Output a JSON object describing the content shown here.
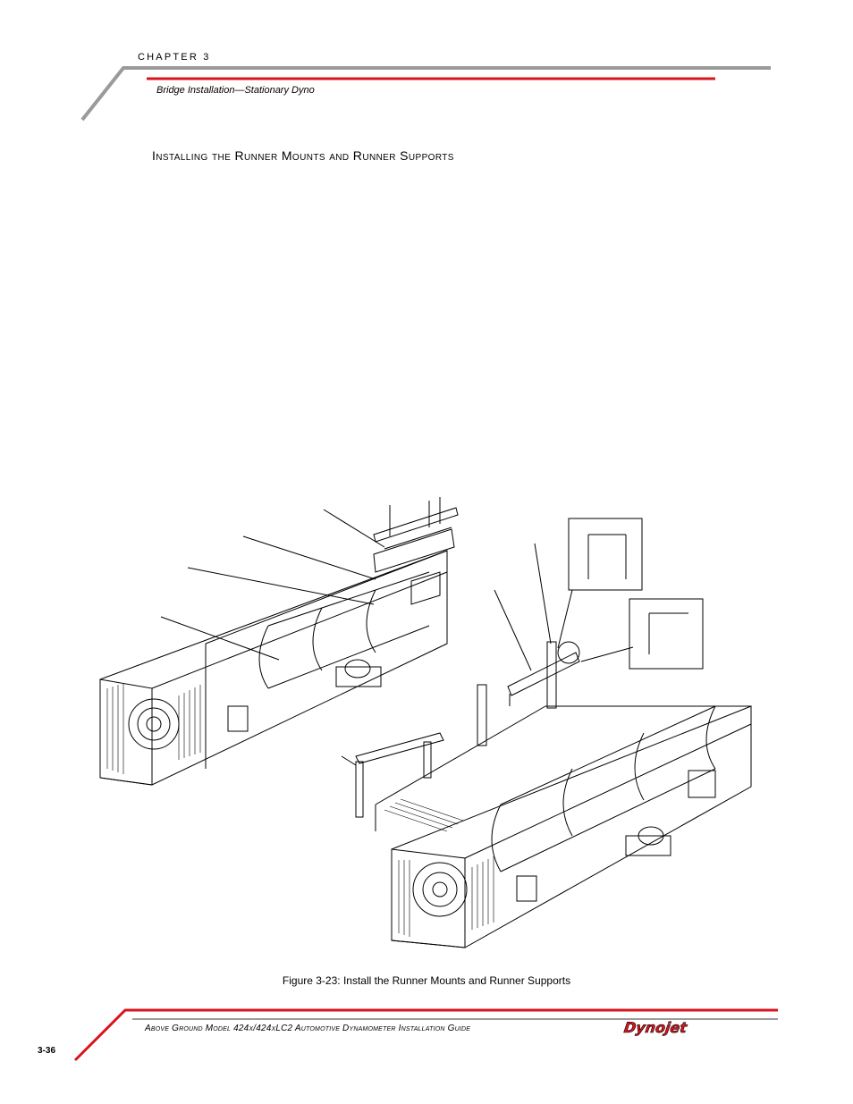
{
  "header": {
    "chapter_label": "CHAPTER 3",
    "section_subtitle": "Bridge Installation—Stationary Dyno",
    "accent_color": "#d9141c",
    "rule_color": "#9a9a9a"
  },
  "main": {
    "section_heading": "Installing the Runner Mounts and Runner Supports",
    "figure_caption": "Figure 3-23: Install the Runner Mounts and Runner Supports"
  },
  "footer": {
    "title": "Above Ground Model 424x/424xLC2 Automotive Dynamometer Installation Guide",
    "page_number": "3-36",
    "logo_text": "Dynojet"
  }
}
